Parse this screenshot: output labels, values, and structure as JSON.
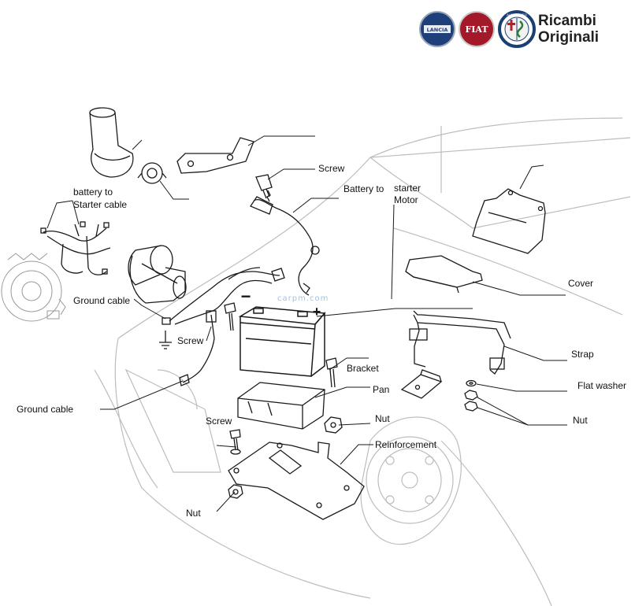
{
  "branding": {
    "logos": [
      {
        "name": "lancia-logo",
        "text": "LANCIA",
        "color": "#1f3f7a"
      },
      {
        "name": "fiat-logo",
        "text": "FIAT",
        "color": "#a3192a"
      },
      {
        "name": "alfa-romeo-logo",
        "text": "ALFA ROMEO",
        "color": "#1b3f72"
      }
    ],
    "title_line1": "Ricambi",
    "title_line2": "Originali"
  },
  "watermark": "carpm.com",
  "labels": {
    "screw_top": "Screw",
    "battery_to": "Battery to",
    "starter": "starter",
    "motor": "Motor",
    "battery_to_lower": "battery to",
    "starter_cable": "Starter cable",
    "ground_cable_upper": "Ground cable",
    "screw_mid": "Screw",
    "bracket": "Bracket",
    "pan": "Pan",
    "nut_center": "Nut",
    "reinforcement": "Reinforcement",
    "screw_bottom": "Screw",
    "nut_bottom": "Nut",
    "ground_cable_lower": "Ground cable",
    "cover": "Cover",
    "strap": "Strap",
    "flat_washer": "Flat washer",
    "nut_right": "Nut"
  },
  "symbols": {
    "minus": "−",
    "plus": "+"
  },
  "colors": {
    "line": "#1a1a1a",
    "sketch": "#bdbdbd"
  }
}
